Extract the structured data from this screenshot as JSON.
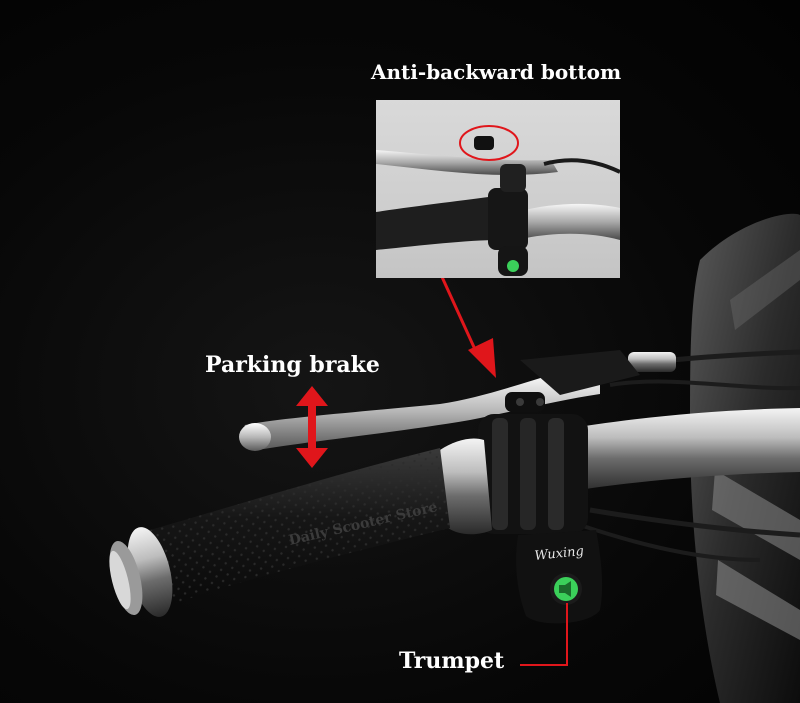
{
  "labels": {
    "anti_backward": "Anti-backward bottom",
    "parking_brake": "Parking brake",
    "trumpet": "Trumpet"
  },
  "switch_brand": "Wuxing",
  "watermark": "Daily Scooter Store",
  "colors": {
    "annotation": "#e0161b",
    "label_text": "#ffffff",
    "horn_button": "#3bd05a",
    "background": "#050505"
  },
  "icons": {
    "horn": "horn-icon",
    "arrows": "arrow-icon"
  }
}
